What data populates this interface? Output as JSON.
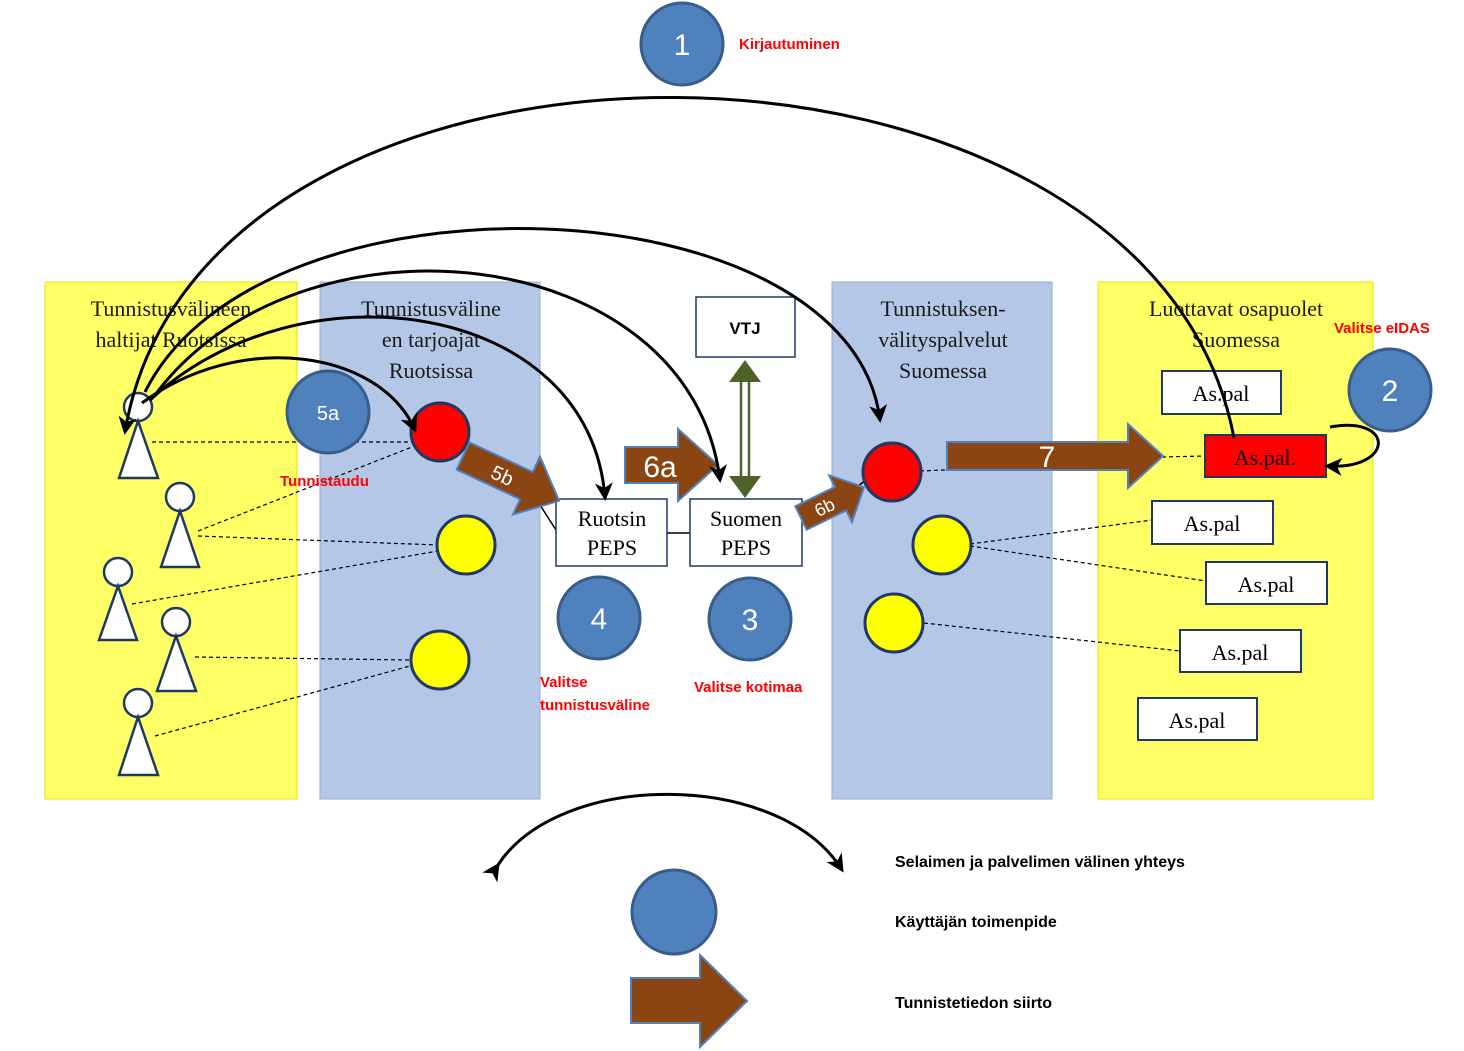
{
  "colors": {
    "yellow_column": "#ffff66",
    "blue_column": "#b4c7e7",
    "step_circle": "#4f81bd",
    "transfer_arrow": "#8b4513",
    "red_node": "#ff0000",
    "yellow_node": "#ffff00",
    "highlight": "#ff0000",
    "vtj_link": "#4f6228"
  },
  "columns": {
    "holders": {
      "line1": "Tunnistusvälineen",
      "line2": "haltijat Ruotsissa"
    },
    "providers": {
      "line1": "Tunnistusväline",
      "line2": "en tarjoajat",
      "line3": "Ruotsissa"
    },
    "brokers": {
      "line1": "Tunnistuksen-",
      "line2": "välityspalvelut",
      "line3": "Suomessa"
    },
    "relying": {
      "line1": "Luottavat osapuolet",
      "line2": "Suomessa"
    }
  },
  "boxes": {
    "vtj": "VTJ",
    "ruotsin_peps": {
      "line1": "Ruotsin",
      "line2": "PEPS"
    },
    "suomen_peps": {
      "line1": "Suomen",
      "line2": "PEPS"
    }
  },
  "services": [
    "As.pal",
    "As.pal.",
    "As.pal",
    "As.pal",
    "As.pal",
    "As.pal"
  ],
  "steps": {
    "s1": {
      "num": "1",
      "label": "Kirjautuminen"
    },
    "s2": {
      "num": "2",
      "label": "Valitse eIDAS"
    },
    "s3": {
      "num": "3",
      "label": "Valitse kotimaa"
    },
    "s4": {
      "num": "4",
      "label_line1": "Valitse",
      "label_line2": "tunnistusväline"
    },
    "s5a": {
      "num": "5a",
      "label": "Tunnistaudu"
    }
  },
  "transfers": {
    "t5b": "5b",
    "t6a": "6a",
    "t6b": "6b",
    "t7": "7"
  },
  "legend": {
    "connection": "Selaimen ja palvelimen välinen yhteys",
    "user_action": "Käyttäjän toimenpide",
    "data_transfer": "Tunnistetiedon siirto"
  }
}
